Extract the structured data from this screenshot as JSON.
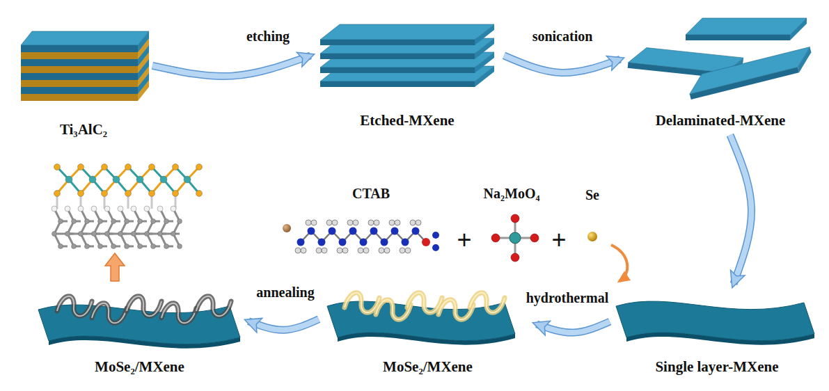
{
  "diagram": {
    "nodes": [
      {
        "text": [
          "Ti₃AlC₂"
        ]
      },
      {
        "text": [
          "Etched-MXene"
        ]
      },
      {
        "text": [
          "Delaminated-MXene"
        ]
      },
      {
        "text": [
          "Single layer-MXene"
        ]
      },
      {
        "text": [
          "MoSe₂/MXene"
        ]
      },
      {
        "text": [
          "MoSe₂/MXene"
        ]
      }
    ],
    "edges": [
      {
        "from": 0,
        "to": 1,
        "arrow": "to",
        "label": "etching"
      },
      {
        "from": 1,
        "to": 2,
        "arrow": "to",
        "label": "sonication"
      },
      {
        "from": 2,
        "to": 3,
        "arrow": "to"
      },
      {
        "from": 3,
        "to": 4,
        "arrow": "to",
        "label": "hydrothermal"
      },
      {
        "from": 4,
        "to": 5,
        "arrow": "to",
        "label": "annealing"
      }
    ],
    "labels": [
      "CTAB",
      "Na₂MoO₄",
      "Se",
      "+",
      "+"
    ]
  }
}
